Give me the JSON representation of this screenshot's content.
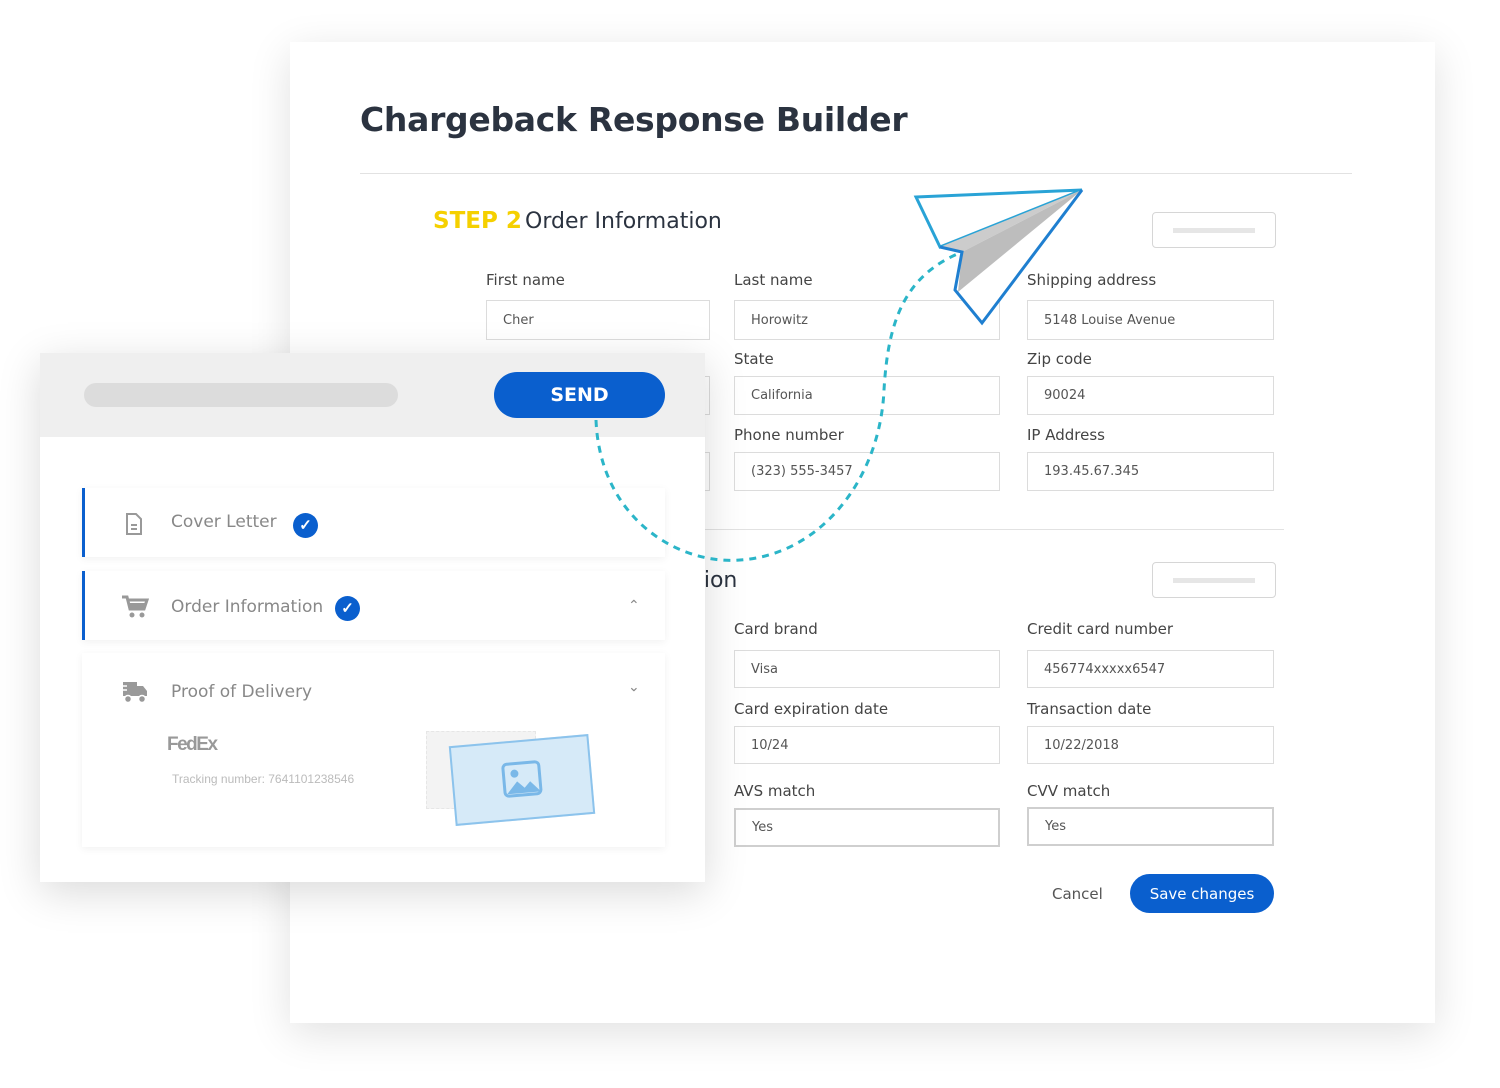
{
  "title": "Chargeback Response Builder",
  "step": {
    "label": "STEP 2",
    "title": "Order Information"
  },
  "order_fields": [
    {
      "label": "First name",
      "value": "Cher"
    },
    {
      "label": "Last name",
      "value": "Horowitz"
    },
    {
      "label": "Shipping address",
      "value": "5148 Louise Avenue"
    },
    {
      "label": "State",
      "value": "California"
    },
    {
      "label": "Zip code",
      "value": "90024"
    },
    {
      "label": "Phone number",
      "value": "(323) 555-3457"
    },
    {
      "label": "IP Address",
      "value": "193.45.67.345"
    }
  ],
  "section2_title": "Information",
  "payment_fields": [
    {
      "label": "Card brand",
      "value": "Visa"
    },
    {
      "label": "Credit card number",
      "value": "456774xxxxx6547"
    },
    {
      "label": "Card expiration date",
      "value": "10/24"
    },
    {
      "label": "Transaction date",
      "value": "10/22/2018"
    },
    {
      "label": "AVS match",
      "value": "Yes"
    },
    {
      "label": "CVV match",
      "value": "Yes"
    }
  ],
  "actions": {
    "cancel": "Cancel",
    "save": "Save changes"
  },
  "panel": {
    "send": "SEND",
    "items": [
      {
        "label": "Cover Letter",
        "icon": "document-icon",
        "complete": true
      },
      {
        "label": "Order Information",
        "icon": "cart-icon",
        "complete": true
      },
      {
        "label": "Proof of Delivery",
        "icon": "truck-icon",
        "complete": false
      }
    ],
    "carrier_logo": "FedEx",
    "tracking": "Tracking number: 7641101238546"
  },
  "colors": {
    "accent": "#0a5fce",
    "step": "#f5d000",
    "plane": "#29a3d6"
  }
}
